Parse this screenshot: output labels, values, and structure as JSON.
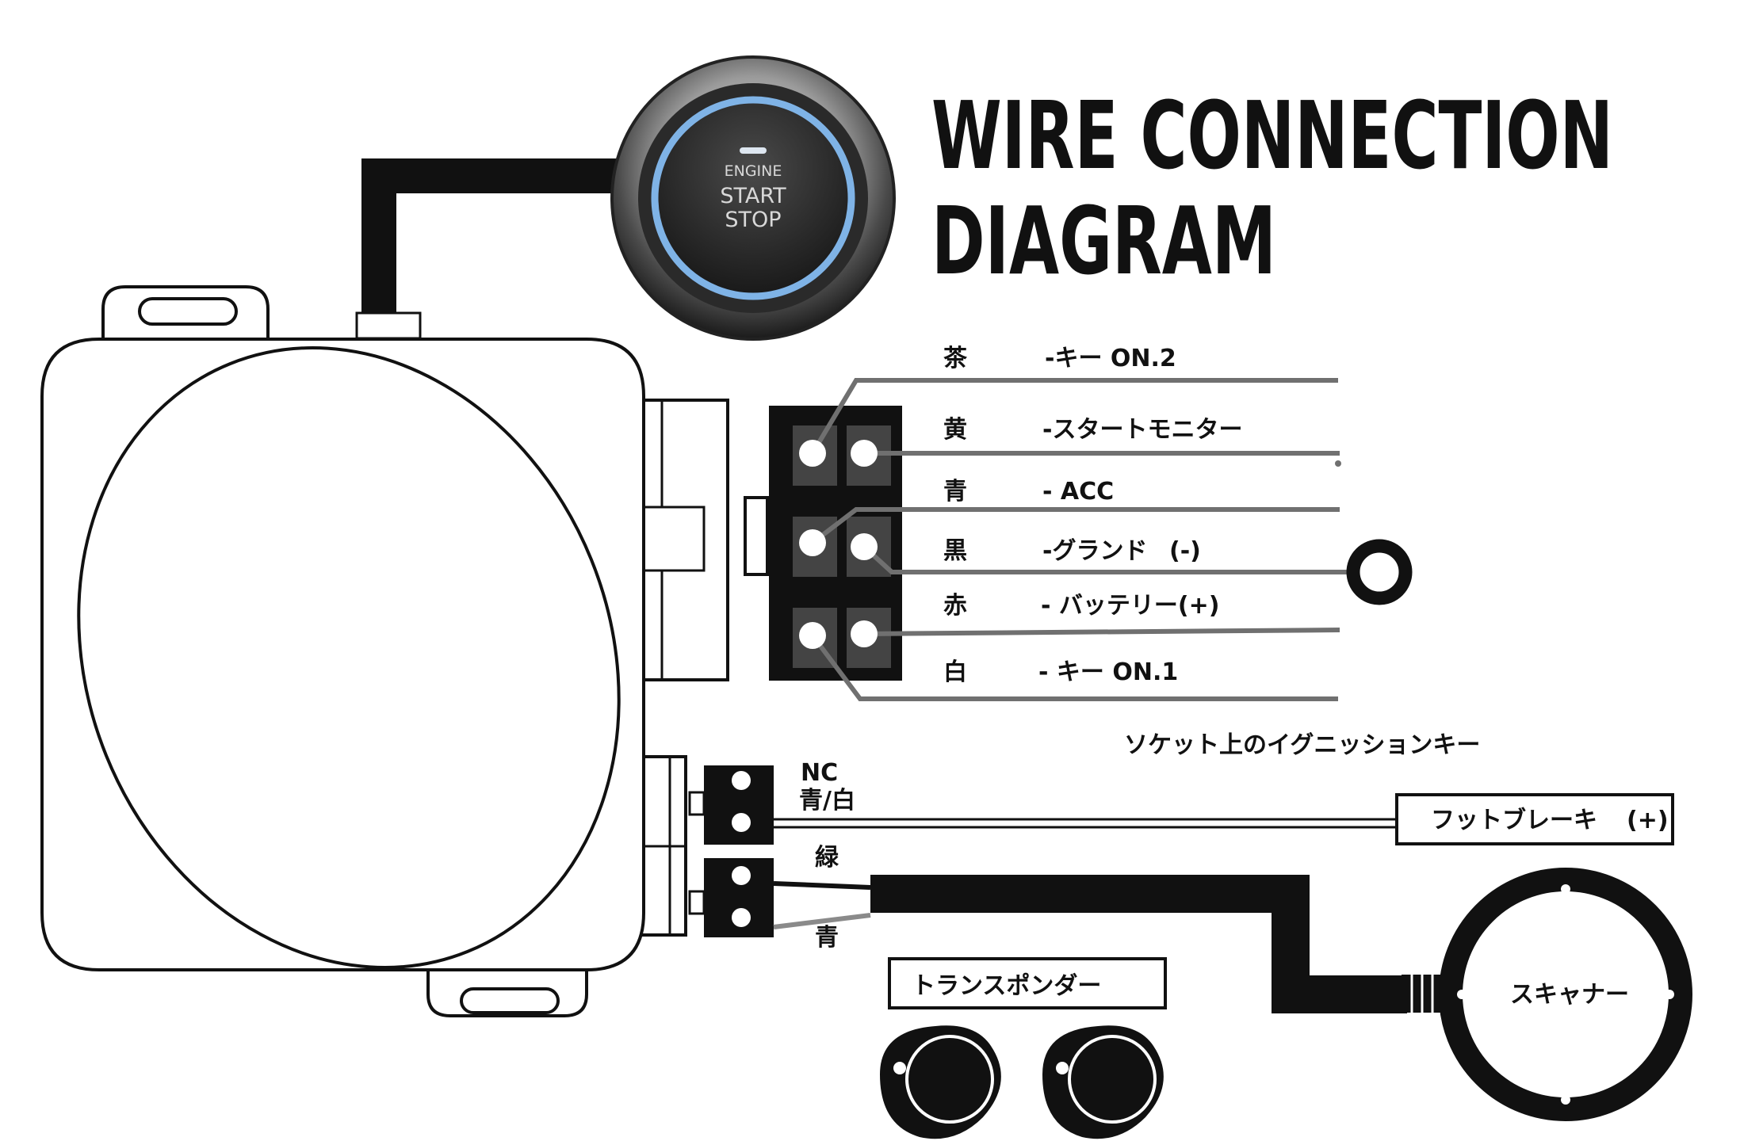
{
  "title": {
    "line1": "WIRE CONNECTION",
    "line2": "DIAGRAM"
  },
  "start_button": {
    "line1": "ENGINE",
    "line2": "START",
    "line3": "STOP"
  },
  "connector_wires": [
    {
      "color": "茶",
      "label": "-キー ON.2"
    },
    {
      "color": "黄",
      "label": "-スタートモニター"
    },
    {
      "color": "青",
      "label": "- ACC"
    },
    {
      "color": "黒",
      "label": "-グランド",
      "suffix": "(-)"
    },
    {
      "color": "赤",
      "label": "- バッテリー(+)"
    },
    {
      "color": "白",
      "label": "- キー ON.1"
    }
  ],
  "socket_note": "ソケット上のイグニッションキー",
  "brake_connector": {
    "top_label": "NC",
    "wire_label": "青/白",
    "target": "フットブレーキ",
    "target_suffix": "(+)"
  },
  "scanner_connector": {
    "top_label": "緑",
    "bottom_label": "青",
    "target": "スキャナー"
  },
  "transponder": {
    "label": "トランスポンダー"
  },
  "colors": {
    "ink": "#111111",
    "wire_gray": "#707070",
    "button_ring": "#7fb3e6"
  }
}
